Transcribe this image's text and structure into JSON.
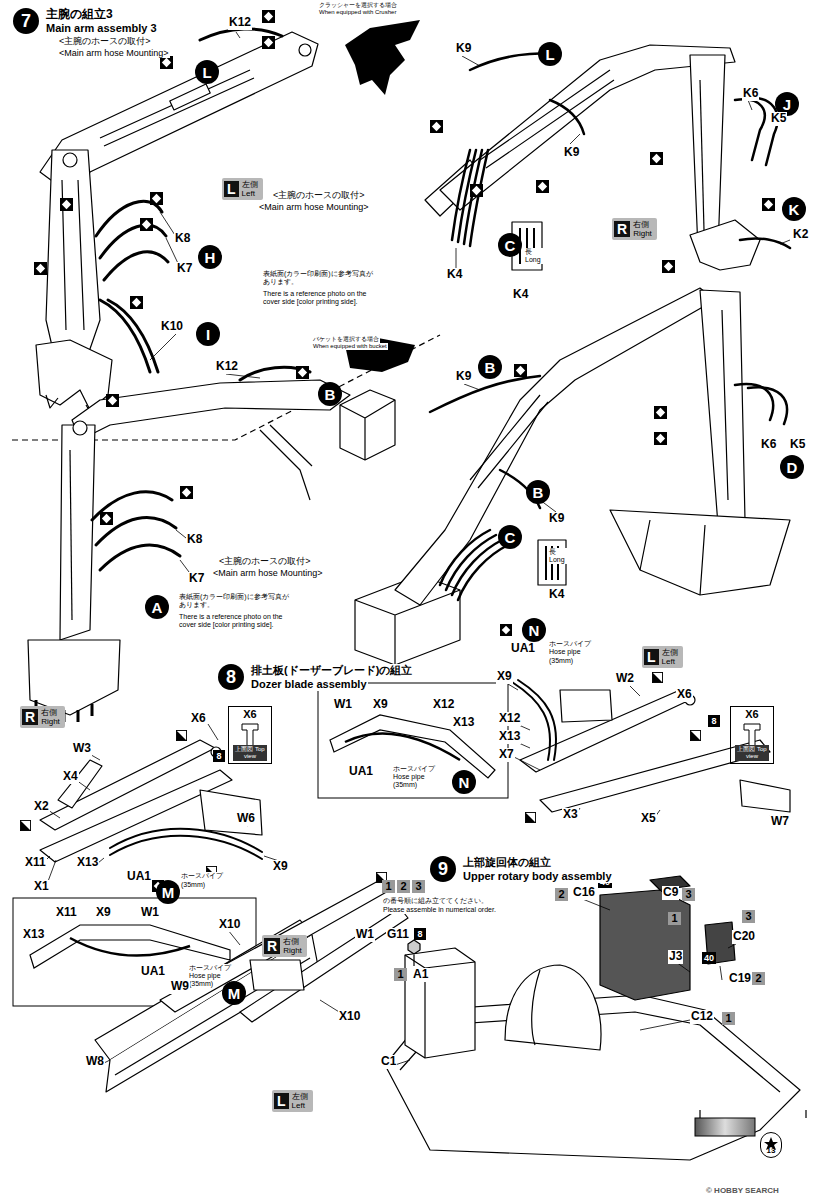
{
  "diagram": {
    "nodes": [
      {
        "text": [
          "7"
        ]
      },
      {
        "text": [
          "L"
        ]
      },
      {
        "text": [
          "L",
          "左側",
          "Left"
        ]
      },
      {
        "text": [
          "H"
        ]
      },
      {
        "text": [
          "I"
        ]
      },
      {
        "text": [
          "L"
        ]
      },
      {
        "text": [
          "J"
        ]
      },
      {
        "text": [
          "C"
        ]
      },
      {
        "text": [
          "R",
          "右側",
          "Right"
        ]
      },
      {
        "text": [
          "K"
        ]
      },
      {
        "text": [
          "B"
        ]
      },
      {
        "text": [
          "B"
        ]
      },
      {
        "text": [
          "B"
        ]
      },
      {
        "text": [
          "A"
        ]
      },
      {
        "text": [
          "D"
        ]
      },
      {
        "text": [
          "C"
        ]
      },
      {
        "text": [
          "8"
        ]
      },
      {
        "text": [
          "R",
          "右側",
          "Right"
        ]
      },
      {
        "text": [
          "X6",
          "上面図 Top view"
        ]
      },
      {
        "text": [
          "8"
        ]
      },
      {
        "text": [
          "M"
        ]
      },
      {
        "text": [
          "M"
        ]
      },
      {
        "text": [
          "N"
        ]
      },
      {
        "text": [
          "N"
        ]
      },
      {
        "text": [
          "L",
          "左側",
          "Left"
        ]
      },
      {
        "text": [
          "8"
        ]
      },
      {
        "text": [
          "X6",
          "上面図 Top view"
        ]
      },
      {
        "text": [
          "R",
          "右側",
          "Right"
        ]
      },
      {
        "text": [
          "L",
          "左側",
          "Left"
        ]
      },
      {
        "text": [
          "9"
        ]
      },
      {
        "text": [
          "1"
        ]
      },
      {
        "text": [
          "2"
        ]
      },
      {
        "text": [
          "3"
        ]
      },
      {
        "text": [
          "8"
        ]
      },
      {
        "text": [
          "1"
        ]
      },
      {
        "text": [
          "2"
        ]
      },
      {
        "text": [
          "40"
        ]
      },
      {
        "text": [
          "3"
        ]
      },
      {
        "text": [
          "1"
        ]
      },
      {
        "text": [
          "3"
        ]
      },
      {
        "text": [
          "40"
        ]
      },
      {
        "text": [
          "2"
        ]
      },
      {
        "text": [
          "1"
        ]
      },
      {
        "text": [
          "13"
        ]
      }
    ],
    "labels": [
      "主腕の組立3",
      "Main arm assembly 3",
      "<主腕のホースの取付>",
      "<Main arm hose Mounting>",
      "K12",
      "クラッシャーを選択する場合",
      "When equipped with Crusher",
      "<主腕のホースの取付>",
      "<Main arm hose Mounting>",
      "K8",
      "K7",
      "表紙面(カラー印刷面)に参考写真があります。",
      "There is a reference photo on the cover side [color printing side].",
      "K10",
      "K9",
      "K9",
      "K6",
      "K5",
      "長 Long",
      "K4",
      "K4",
      "K2",
      "バケットを選択する場合",
      "When equipped with bucket",
      "K12",
      "K9",
      "K8",
      "K7",
      "<主腕のホースの取付>",
      "<Main arm hose Mounting>",
      "表紙面(カラー印刷面)に参考写真があります。",
      "There is a reference photo on the cover side [color printing side].",
      "K9",
      "K6",
      "K5",
      "長 Long",
      "K4",
      "排土板(ドーザーブレード)の組立",
      "Dozer blade assembly",
      "X6",
      "W3",
      "X4",
      "X2",
      "W6",
      "X11",
      "X13",
      "X1",
      "UA1",
      "ホースパイプ",
      "(35mm)",
      "X9",
      "X11",
      "X9",
      "W1",
      "X13",
      "UA1",
      "ホースパイプ",
      "Hose pipe",
      "(35mm)",
      "W1",
      "X9",
      "X12",
      "X13",
      "UA1",
      "ホースパイプ",
      "Hose pipe",
      "(35mm)",
      "UA1",
      "ホースパイプ",
      "Hose pipe",
      "(35mm)",
      "X9",
      "W2",
      "X6",
      "X12",
      "X13",
      "X7",
      "X3",
      "X5",
      "W7",
      "X10",
      "W1",
      "W9",
      "X10",
      "W8",
      "上部旋回体の組立",
      "Upper rotary body assembly",
      "の番号順に組み立ててください。",
      "Please assemble in numerical order.",
      "G11",
      "A1",
      "C16",
      "C9",
      "J3",
      "C20",
      "C19",
      "C12",
      "C1",
      "© HOBBY SEARCH"
    ]
  }
}
